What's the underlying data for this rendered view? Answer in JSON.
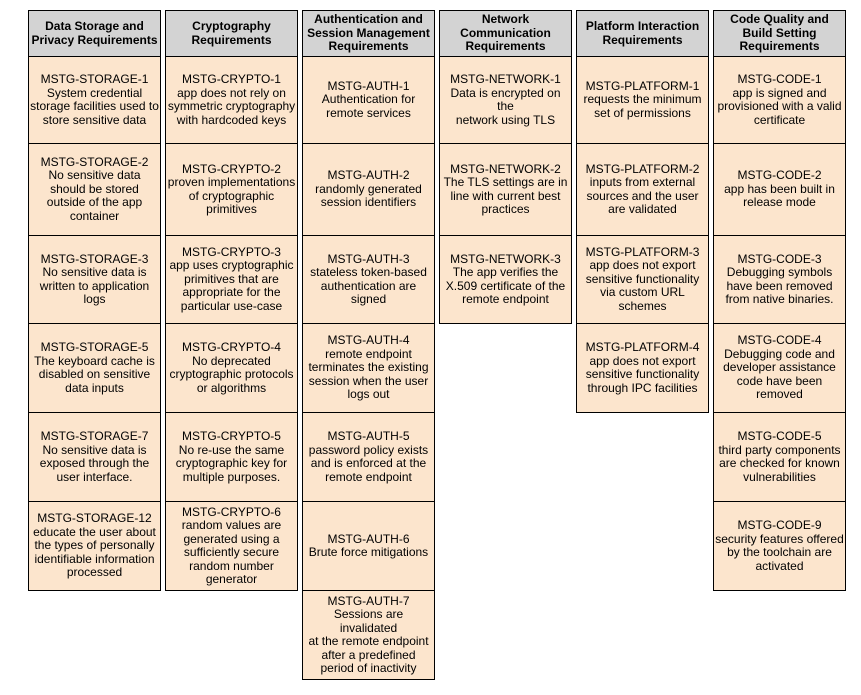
{
  "table": {
    "colors": {
      "page_bg": "#ffffff",
      "header_bg": "#d3d3d3",
      "cell_bg": "#fce5cd",
      "border": "#000000"
    },
    "columns": [
      {
        "id": "storage",
        "title": "Data Storage and\nPrivacy Requirements",
        "cells": [
          {
            "code": "MSTG-STORAGE-1",
            "desc": "System credential\nstorage facilities used to\nstore sensitive data"
          },
          {
            "code": "MSTG-STORAGE-2",
            "desc": "No sensitive data\nshould be stored\noutside of the app\ncontainer"
          },
          {
            "code": "MSTG-STORAGE-3",
            "desc": "No sensitive data is\nwritten to application\nlogs"
          },
          {
            "code": "MSTG-STORAGE-5",
            "desc": "The keyboard cache is\ndisabled on sensitive\ndata inputs"
          },
          {
            "code": "MSTG-STORAGE-7",
            "desc": "No sensitive data is\nexposed through the\nuser interface."
          },
          {
            "code": "MSTG-STORAGE-12",
            "desc": "educate the user about\nthe types of personally\nidentifiable information\nprocessed"
          }
        ]
      },
      {
        "id": "crypto",
        "title": "Cryptography\nRequirements",
        "cells": [
          {
            "code": "MSTG-CRYPTO-1",
            "desc": "app does not rely on\nsymmetric cryptography\nwith hardcoded keys"
          },
          {
            "code": "MSTG-CRYPTO-2",
            "desc": "proven implementations\nof cryptographic\nprimitives"
          },
          {
            "code": "MSTG-CRYPTO-3",
            "desc": "app uses cryptographic\nprimitives that are\nappropriate for the\nparticular use-case"
          },
          {
            "code": "MSTG-CRYPTO-4",
            "desc": "No deprecated\ncryptographic protocols\nor algorithms"
          },
          {
            "code": "MSTG-CRYPTO-5",
            "desc": "No re-use the same\ncryptographic key for\nmultiple purposes."
          },
          {
            "code": "MSTG-CRYPTO-6",
            "desc": "random values are\ngenerated using a\nsufficiently secure\nrandom number\ngenerator"
          }
        ]
      },
      {
        "id": "auth",
        "title": "Authentication and\nSession Management\nRequirements",
        "cells": [
          {
            "code": "MSTG-AUTH-1",
            "desc": "Authentication for\nremote services"
          },
          {
            "code": "MSTG-AUTH-2",
            "desc": "randomly generated\nsession identifiers"
          },
          {
            "code": "MSTG-AUTH-3",
            "desc": "stateless token-based\nauthentication are\nsigned"
          },
          {
            "code": "MSTG-AUTH-4",
            "desc": "remote endpoint\nterminates the existing\nsession when the user\nlogs out"
          },
          {
            "code": "MSTG-AUTH-5",
            "desc": "password policy exists\nand is enforced at the\nremote endpoint"
          },
          {
            "code": "MSTG-AUTH-6",
            "desc": "Brute force mitigations"
          },
          {
            "code": "MSTG-AUTH-7",
            "desc": "Sessions are invalidated\nat the remote endpoint\nafter a predefined\nperiod of inactivity"
          }
        ]
      },
      {
        "id": "network",
        "title": "Network\nCommunication\nRequirements",
        "cells": [
          {
            "code": "MSTG-NETWORK-1",
            "desc": "Data is encrypted on the\nnetwork using TLS"
          },
          {
            "code": "MSTG-NETWORK-2",
            "desc": "The TLS settings are in\nline with current best\npractices"
          },
          {
            "code": "MSTG-NETWORK-3",
            "desc": "The app verifies the\nX.509 certificate of the\nremote endpoint"
          }
        ]
      },
      {
        "id": "platform",
        "title": "Platform Interaction\nRequirements",
        "cells": [
          {
            "code": "MSTG-PLATFORM-1",
            "desc": "requests the minimum\nset of permissions"
          },
          {
            "code": "MSTG-PLATFORM-2",
            "desc": "inputs from external\nsources and the user\nare validated"
          },
          {
            "code": "MSTG-PLATFORM-3",
            "desc": "app does not export\nsensitive functionality\nvia custom URL\nschemes"
          },
          {
            "code": "MSTG-PLATFORM-4",
            "desc": "app does not export\nsensitive functionality\nthrough IPC facilities"
          }
        ]
      },
      {
        "id": "code",
        "title": "Code Quality and\nBuild Setting\nRequirements",
        "cells": [
          {
            "code": "MSTG-CODE-1",
            "desc": "app is signed and\nprovisioned with a valid\ncertificate"
          },
          {
            "code": "MSTG-CODE-2",
            "desc": "app has been built in\nrelease mode"
          },
          {
            "code": "MSTG-CODE-3",
            "desc": "Debugging symbols\nhave been removed\nfrom native binaries."
          },
          {
            "code": "MSTG-CODE-4",
            "desc": "Debugging code and\ndeveloper assistance\ncode have been\nremoved"
          },
          {
            "code": "MSTG-CODE-5",
            "desc": "third party components\nare checked for known\nvulnerabilities"
          },
          {
            "code": "MSTG-CODE-9",
            "desc": "security features offered\nby the toolchain are\nactivated"
          }
        ]
      }
    ]
  }
}
